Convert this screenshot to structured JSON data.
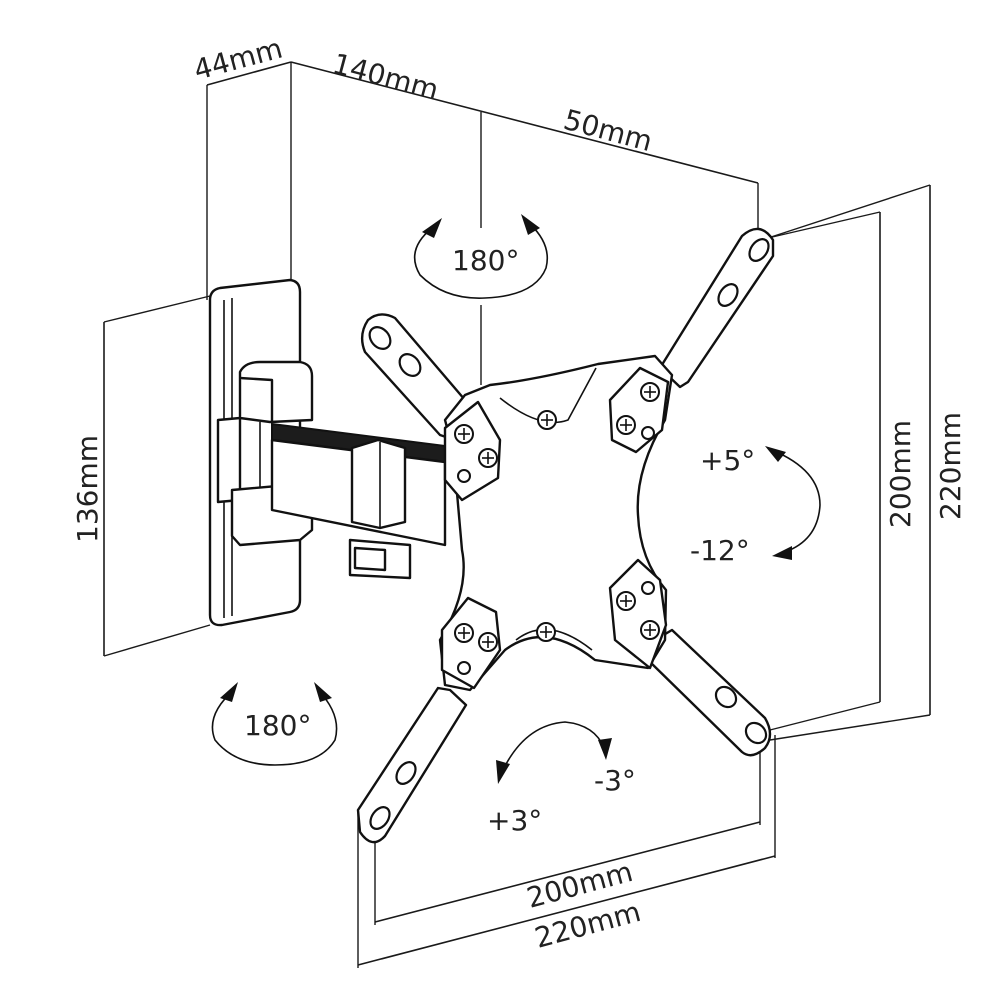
{
  "dimensions": {
    "wall_plate_depth": "44mm",
    "arm_extension": "140mm",
    "arm_offset": "50mm",
    "wall_plate_height": "136mm",
    "vesa_vertical_inner": "200mm",
    "vesa_vertical_outer": "220mm",
    "vesa_horizontal_inner": "200mm",
    "vesa_horizontal_outer": "220mm"
  },
  "rotations": {
    "swivel_arm_top": "180°",
    "swivel_wall_bottom": "180°",
    "tilt_up": "+5°",
    "tilt_down": "-12°",
    "level_plus": "+3°",
    "level_minus": "-3°"
  }
}
